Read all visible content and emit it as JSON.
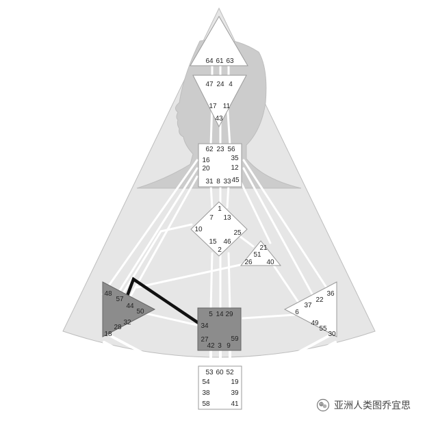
{
  "colors": {
    "background": "#ffffff",
    "body_fill": "#e6e6e6",
    "body_stroke": "#bdbdbd",
    "silhouette": "#cccccc",
    "channel": "#ffffff",
    "center_open": "#ffffff",
    "center_defined": "#8c8c8c",
    "defined_channel": "#111111",
    "text": "#222222"
  },
  "centers": {
    "head": {
      "gates": [
        "64",
        "61",
        "63"
      ],
      "defined": false
    },
    "ajna": {
      "gates": [
        "47",
        "24",
        "4",
        "17",
        "11",
        "43"
      ],
      "defined": false
    },
    "throat": {
      "gates": [
        "62",
        "23",
        "56",
        "16",
        "35",
        "20",
        "12",
        "31",
        "8",
        "33",
        "45"
      ],
      "defined": false
    },
    "g": {
      "gates": [
        "1",
        "7",
        "13",
        "10",
        "25",
        "15",
        "46",
        "2"
      ],
      "defined": false
    },
    "heart": {
      "gates": [
        "21",
        "51",
        "26",
        "40"
      ],
      "defined": false
    },
    "spleen": {
      "gates": [
        "48",
        "57",
        "44",
        "50",
        "32",
        "28",
        "18"
      ],
      "defined": true
    },
    "sacral": {
      "gates": [
        "5",
        "14",
        "29",
        "34",
        "27",
        "59",
        "42",
        "3",
        "9"
      ],
      "defined": true
    },
    "solar_plexus": {
      "gates": [
        "36",
        "37",
        "22",
        "6",
        "49",
        "55",
        "30"
      ],
      "defined": false
    },
    "root": {
      "gates": [
        "53",
        "60",
        "52",
        "54",
        "19",
        "38",
        "39",
        "58",
        "41"
      ],
      "defined": false
    }
  },
  "defined_channels": [
    {
      "from": "57",
      "to": "34",
      "between": [
        "spleen",
        "sacral"
      ]
    }
  ],
  "watermark": {
    "icon": "wechat-logo-icon",
    "text": "亚洲人类图乔宜思"
  }
}
